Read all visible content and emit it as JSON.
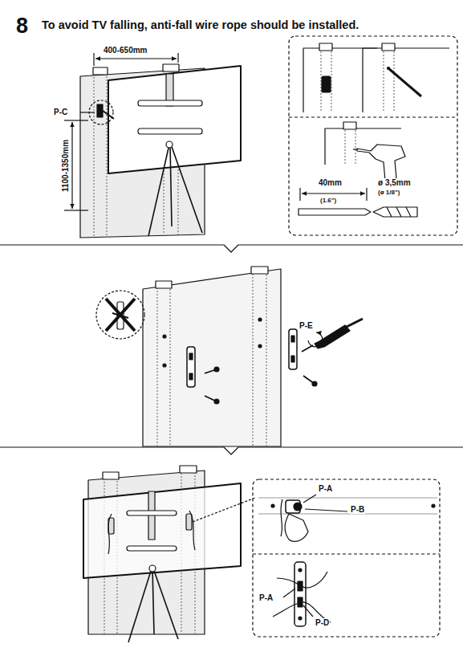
{
  "diagram": {
    "title": "To avoid TV falling, anti-fall wire rope should be installed.",
    "labels": [
      "8",
      "400-650mm",
      "P-C",
      "1100-1350mm",
      "40mm",
      "(1.6\")",
      "ø 3,5mm",
      "(ø 1/8\")",
      "P-E",
      "P-A",
      "P-B",
      "P-A",
      "P-D"
    ]
  }
}
